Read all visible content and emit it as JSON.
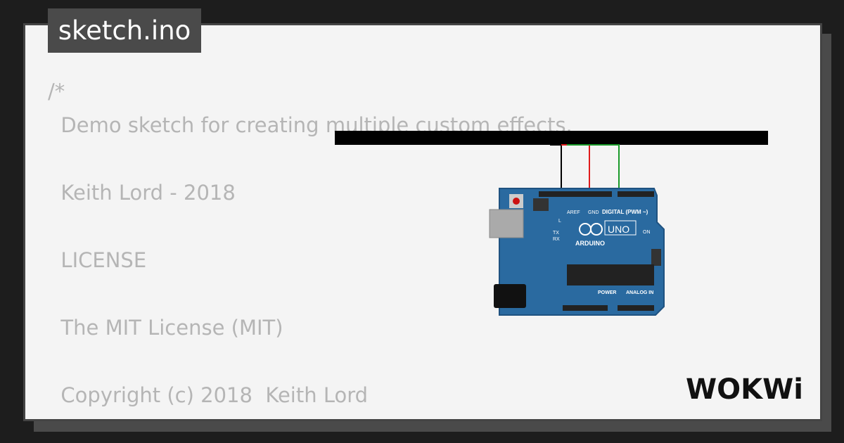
{
  "file_tab": {
    "label": "sketch.ino"
  },
  "code_lines": [
    "/*",
    "  Demo sketch for creating multiple custom effects.",
    "",
    "  Keith Lord - 2018",
    "",
    "  LICENSE",
    "",
    "  The MIT License (MIT)",
    "",
    "  Copyright (c) 2018  Keith Lord"
  ],
  "board": {
    "brand": "ARDUINO",
    "model": "UNO",
    "digital_label": "DIGITAL (PWM ~)",
    "power_label": "POWER",
    "analog_label": "ANALOG IN",
    "on_label": "ON",
    "l_label": "L",
    "tx_label": "TX",
    "rx_label": "RX",
    "aref_label": "AREF",
    "gnd_label": "GND"
  },
  "wires": [
    {
      "name": "ground",
      "color": "#000000"
    },
    {
      "name": "power",
      "color": "#e01b1b"
    },
    {
      "name": "signal",
      "color": "#1a9a2a"
    }
  ],
  "colors": {
    "board": "#2a6aa0",
    "strip": "#000000",
    "code_text": "#b5b5b5",
    "tab_bg": "#4a4a4a"
  },
  "logo": {
    "text": "WOKWi"
  }
}
